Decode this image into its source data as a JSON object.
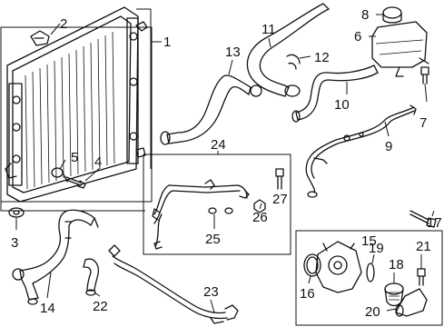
{
  "callouts": [
    "1",
    "2",
    "3",
    "4",
    "5",
    "6",
    "7",
    "8",
    "9",
    "10",
    "11",
    "12",
    "13",
    "14",
    "15",
    "16",
    "17",
    "18",
    "19",
    "20",
    "21",
    "22",
    "23",
    "24",
    "25",
    "26",
    "27"
  ]
}
